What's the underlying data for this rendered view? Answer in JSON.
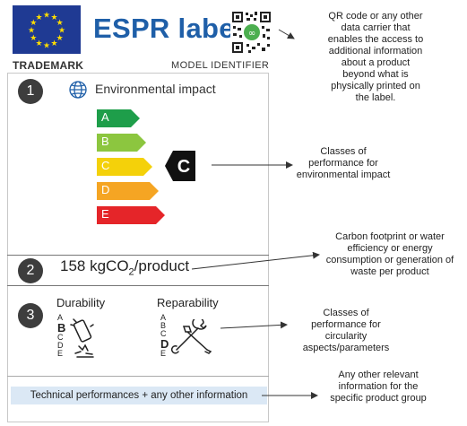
{
  "header": {
    "title": "ESPR label",
    "trademark": "TRADEMARK",
    "model_identifier": "MODEL IDENTIFIER"
  },
  "sections": [
    {
      "number": "1",
      "title": "Environmental impact"
    },
    {
      "number": "2",
      "footprint_value": "158 kgCO",
      "footprint_sub": "2",
      "footprint_unit": "/product"
    },
    {
      "number": "3",
      "durability_label": "Durability",
      "reparability_label": "Reparability"
    }
  ],
  "classes": [
    {
      "letter": "A",
      "color": "#1e9e4a"
    },
    {
      "letter": "B",
      "color": "#8cc63f"
    },
    {
      "letter": "C",
      "color": "#f4d10a"
    },
    {
      "letter": "D",
      "color": "#f5a523"
    },
    {
      "letter": "E",
      "color": "#e52529"
    }
  ],
  "selected_class": "C",
  "durability_scale": [
    "A",
    "B",
    "C",
    "D",
    "E"
  ],
  "durability_selected": "B",
  "reparability_scale": [
    "A",
    "B",
    "C",
    "D",
    "E"
  ],
  "reparability_selected": "D",
  "tech_bar": "Technical performances + any other information",
  "annotations": {
    "qr": [
      "QR code or any other",
      "data carrier that",
      "enables the access to",
      "additional information",
      "about a product",
      "beyond what is",
      "physically printed on",
      "the label."
    ],
    "classes_env": [
      "Classes of",
      "performance for",
      "environmental impact"
    ],
    "footprint": [
      "Carbon footprint or water",
      "efficiency or energy",
      "consumption or generation of",
      "waste per product"
    ],
    "circularity": [
      "Classes of",
      "performance for",
      "circularity",
      "aspects/parameters"
    ],
    "other": [
      "Any other relevant",
      "information for the",
      "specific product group"
    ]
  },
  "icons": [
    "eu-flag",
    "qr-code-icon",
    "globe-icon",
    "dropped-phone-icon",
    "wrench-icon"
  ]
}
